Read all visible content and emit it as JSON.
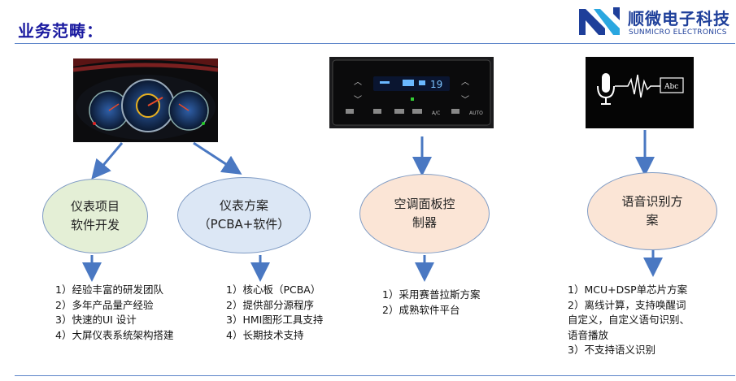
{
  "header": {
    "title": "业务范畴：",
    "logo_name_cn": "顺微电子科技",
    "logo_name_en": "SUNMICRO ELECTRONICS"
  },
  "images": {
    "dashboard": "instrument-cluster-photo",
    "ac_panel": "ac-control-panel-photo",
    "voice": "voice-recognition-graphic",
    "voice_caption": "Abc"
  },
  "ac_display": {
    "temp": "19"
  },
  "ac_buttons": [
    "A/C",
    "AUTO"
  ],
  "nodes": [
    {
      "id": "cluster-software",
      "lines": [
        "仪表项目",
        "软件开发"
      ],
      "fill": "#e4efd6"
    },
    {
      "id": "cluster-solution",
      "lines": [
        "仪表方案",
        "（PCBA+软件）"
      ],
      "fill": "#dce7f5"
    },
    {
      "id": "ac-controller",
      "lines": [
        "空调面板控",
        "制器"
      ],
      "fill": "#fbe5d6"
    },
    {
      "id": "voice-solution",
      "lines": [
        "语音识别方",
        "案"
      ],
      "fill": "#fbe5d6"
    }
  ],
  "lists": {
    "cluster_software": [
      "1）经验丰富的研发团队",
      "2）多年产品量产经验",
      "3）快速的UI 设计",
      "4）大屏仪表系统架构搭建"
    ],
    "cluster_solution": [
      "1）核心板（PCBA）",
      "2）提供部分源程序",
      "3）HMI图形工具支持",
      "4）长期技术支持"
    ],
    "ac_controller": [
      "1）采用赛普拉斯方案",
      "2）成熟软件平台"
    ],
    "voice_solution": [
      "1）MCU+DSP单芯片方案",
      "2）离线计算，支持唤醒词",
      "自定义，自定义语句识别、",
      "语音播放",
      "3）不支持语义识别"
    ]
  },
  "colors": {
    "title": "#1a1aa0",
    "rule": "#5a83c8",
    "arrow": "#4a78c2",
    "ellipse_border": "#7f9bc4"
  }
}
